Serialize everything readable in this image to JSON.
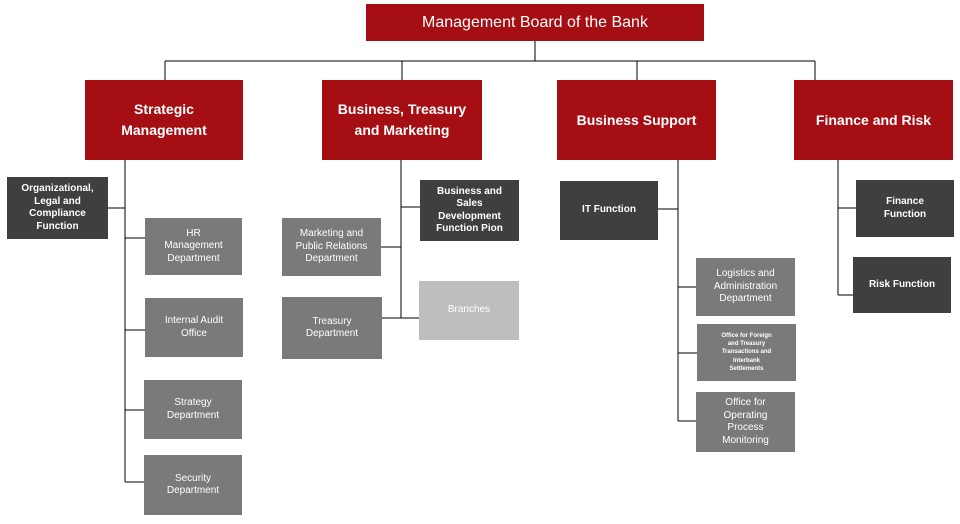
{
  "board": {
    "title": "Management Board of the Bank"
  },
  "divisions": [
    {
      "label": "Strategic\nManagement"
    },
    {
      "label": "Business, Treasury\nand Marketing"
    },
    {
      "label": "Business Support"
    },
    {
      "label": "Finance and Risk"
    }
  ],
  "units": {
    "organizational_legal_compliance": "Organizational,\nLegal and\nCompliance\nFunction",
    "hr_management": "HR\nManagement\nDepartment",
    "internal_audit": "Internal Audit\nOffice",
    "strategy": "Strategy\nDepartment",
    "security": "Security\nDepartment",
    "business_sales_development": "Business and\nSales\nDevelopment\nFunction Pion",
    "marketing_pr": "Marketing and\nPublic Relations\nDepartment",
    "treasury": "Treasury\nDepartment",
    "branches": "Branches",
    "it_function": "IT Function",
    "logistics_admin": "Logistics and\nAdministration\nDepartment",
    "foreign_treasury_office": "Office for Foreign\nand Treasury\nTransactions  and\nInterbank\nSettlements",
    "operating_process_office": "Office for\nOperating\nProcess\nMonitoring",
    "finance_function": "Finance\nFunction",
    "risk_function": "Risk Function"
  },
  "colors": {
    "primary": "#a50f14",
    "dark_unit": "#3f3f3f",
    "gray_unit": "#7a7a7a",
    "light_unit": "#bebebe",
    "connector": "#000000"
  }
}
